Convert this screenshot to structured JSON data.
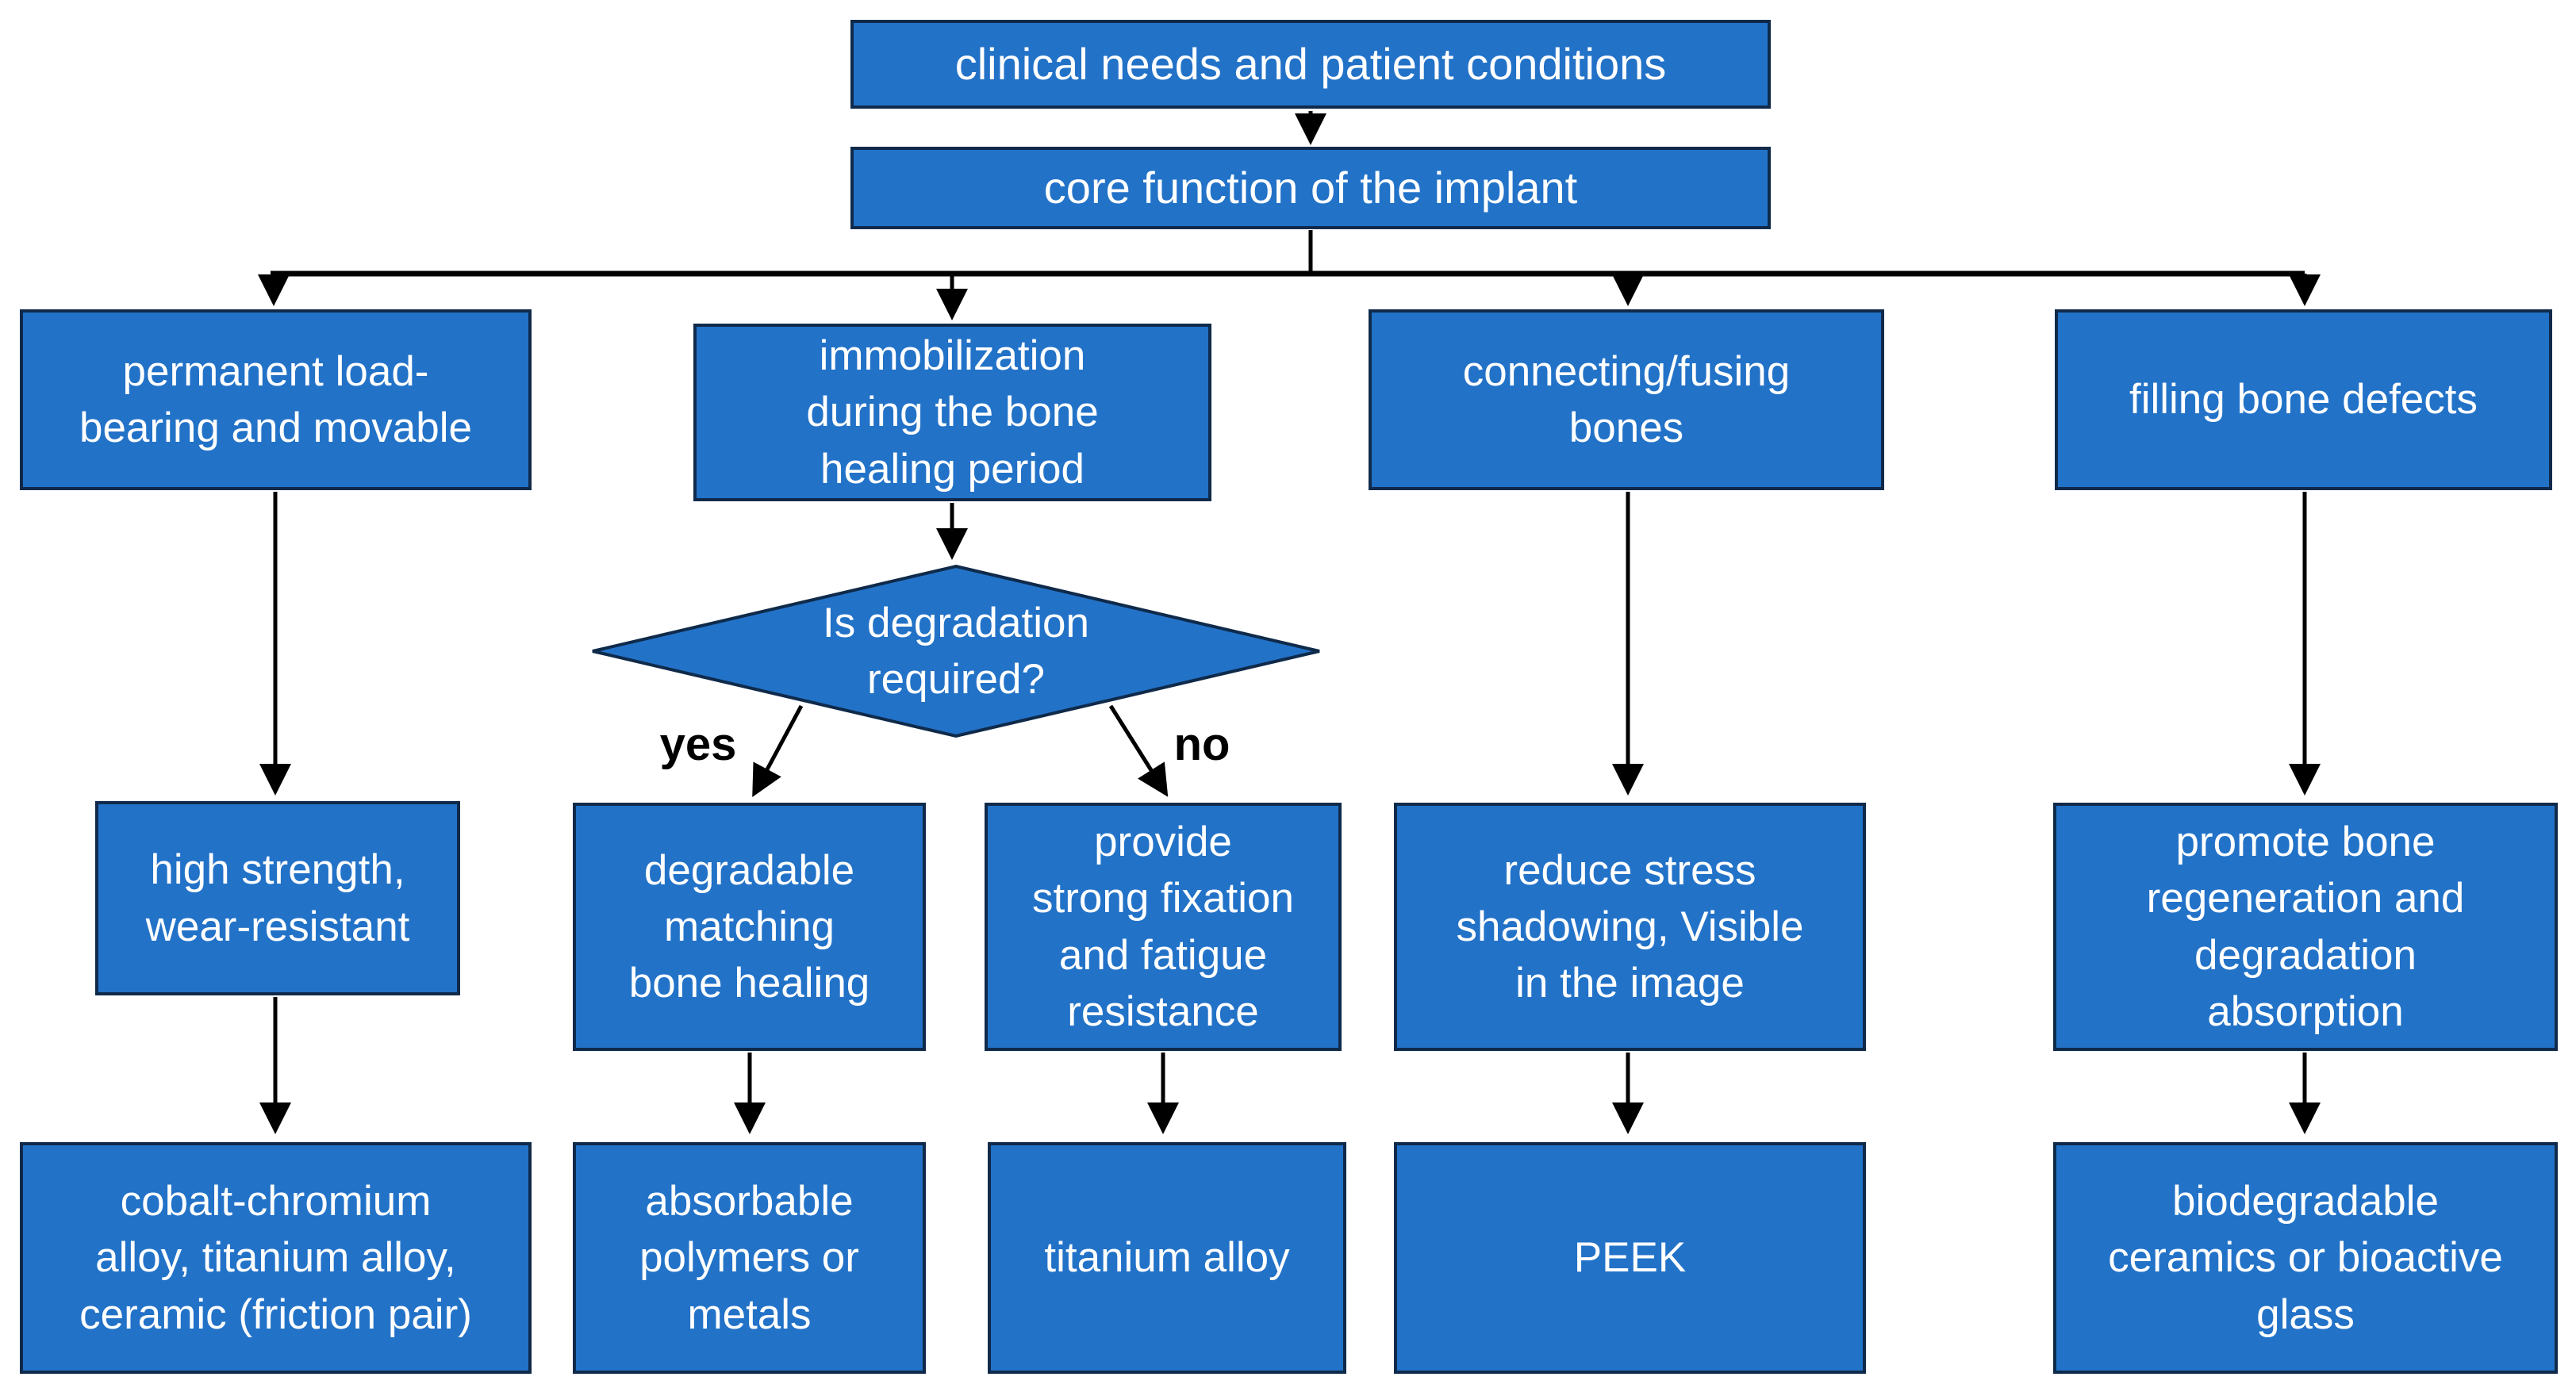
{
  "colors": {
    "background": "#FFFFFF",
    "box_fill": "#2272C8",
    "box_border": "#0F2A4A",
    "box_text": "#FFFFFF",
    "connector": "#000000",
    "edge_label_color": "#000000"
  },
  "nodes": {
    "clinical_needs": {
      "label": "clinical needs and patient conditions"
    },
    "core_function": {
      "label": "core function of the implant"
    },
    "branch_load_bearing": {
      "label": "permanent load-\nbearing and movable"
    },
    "branch_immobilization": {
      "label": "immobilization\nduring the bone\nhealing period"
    },
    "branch_connecting": {
      "label": "connecting/fusing\nbones"
    },
    "branch_filling": {
      "label": "filling bone defects"
    },
    "decision_degradation": {
      "label": "Is degradation\nrequired?"
    },
    "req_high_strength": {
      "label": "high strength,\nwear-resistant"
    },
    "req_degradable": {
      "label": "degradable\nmatching\nbone healing"
    },
    "req_strong_fixation": {
      "label": "provide\nstrong fixation\nand fatigue\nresistance"
    },
    "req_reduce_stress": {
      "label": "reduce stress\nshadowing, Visible\nin the image"
    },
    "req_promote_bone": {
      "label": "promote bone\nregeneration and\ndegradation\nabsorption"
    },
    "mat_cobalt_chromium": {
      "label": "cobalt-chromium\nalloy, titanium alloy,\nceramic (friction pair)"
    },
    "mat_absorbable": {
      "label": "absorbable\npolymers or\nmetals"
    },
    "mat_titanium": {
      "label": "titanium alloy"
    },
    "mat_peek": {
      "label": "PEEK"
    },
    "mat_biodegradable": {
      "label": "biodegradable\nceramics or bioactive\nglass"
    }
  },
  "edge_labels": {
    "yes": "yes",
    "no": "no"
  }
}
